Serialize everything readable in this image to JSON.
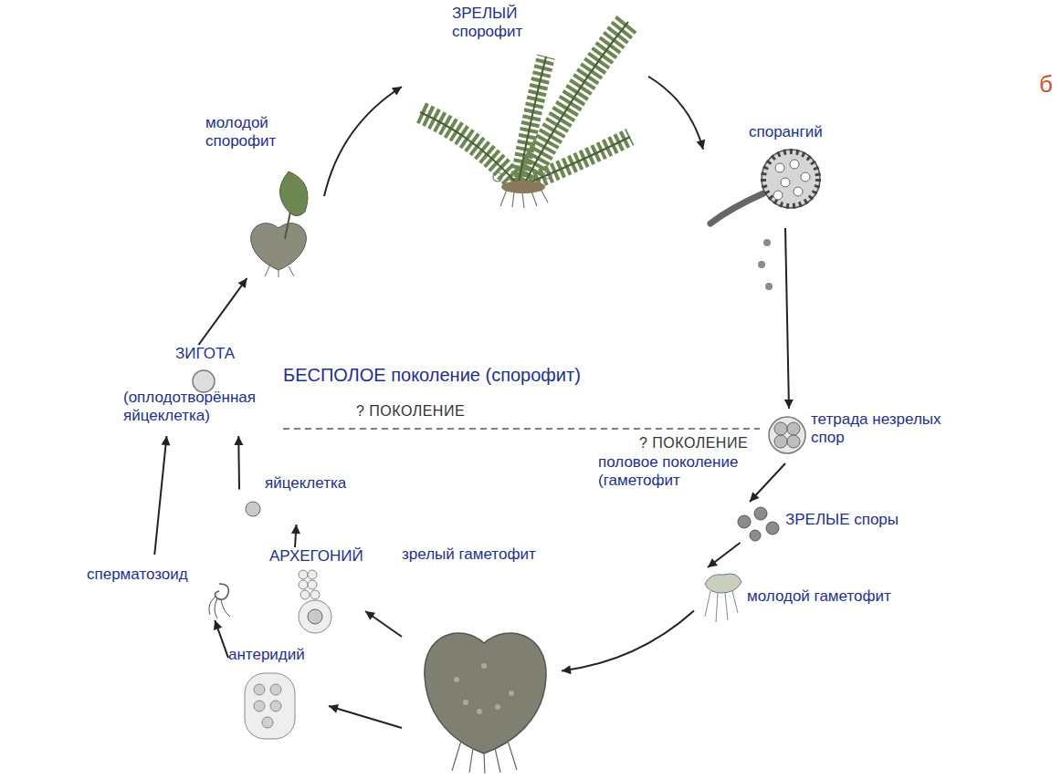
{
  "diagram": {
    "nodes": [
      {
        "text": [
          "ЗРЕЛЫЙ спорофит"
        ]
      },
      {
        "text": [
          "спорангий"
        ]
      },
      {
        "text": [
          "тетрада незрелых спор"
        ]
      },
      {
        "text": [
          "ЗРЕЛЫЕ споры"
        ]
      },
      {
        "text": [
          "молодой гаметофит"
        ]
      },
      {
        "text": [
          "зрелый гаметофит"
        ]
      },
      {
        "text": [
          "АРХЕГОНИЙ"
        ]
      },
      {
        "text": [
          "антеридий"
        ]
      },
      {
        "text": [
          "яйцеклетка"
        ]
      },
      {
        "text": [
          "сперматозоид"
        ]
      },
      {
        "text": [
          "ЗИГОТА",
          "(оплодотворённая яйцеклетка)"
        ]
      },
      {
        "text": [
          "молодой спорофит"
        ]
      }
    ],
    "edges": [
      {
        "from": 11,
        "to": 0,
        "arrow": "to"
      },
      {
        "from": 0,
        "to": 1,
        "arrow": "to"
      },
      {
        "from": 1,
        "to": 2,
        "arrow": "to"
      },
      {
        "from": 2,
        "to": 3,
        "arrow": "to"
      },
      {
        "from": 3,
        "to": 4,
        "arrow": "to"
      },
      {
        "from": 4,
        "to": 5,
        "arrow": "to"
      },
      {
        "from": 5,
        "to": 6,
        "arrow": "to"
      },
      {
        "from": 5,
        "to": 7,
        "arrow": "to"
      },
      {
        "from": 6,
        "to": 8,
        "arrow": "to"
      },
      {
        "from": 7,
        "to": 9,
        "arrow": "to"
      },
      {
        "from": 8,
        "to": 10,
        "arrow": "to"
      },
      {
        "from": 9,
        "to": 10,
        "arrow": "to"
      },
      {
        "from": 10,
        "to": 11,
        "arrow": "to"
      }
    ],
    "labels": [
      "БЕСПОЛОЕ поколение (спорофит)",
      "? ПОКОЛЕНИЕ",
      "? ПОКОЛЕНИЕ",
      "половое поколение (гаметофит",
      "б"
    ]
  }
}
